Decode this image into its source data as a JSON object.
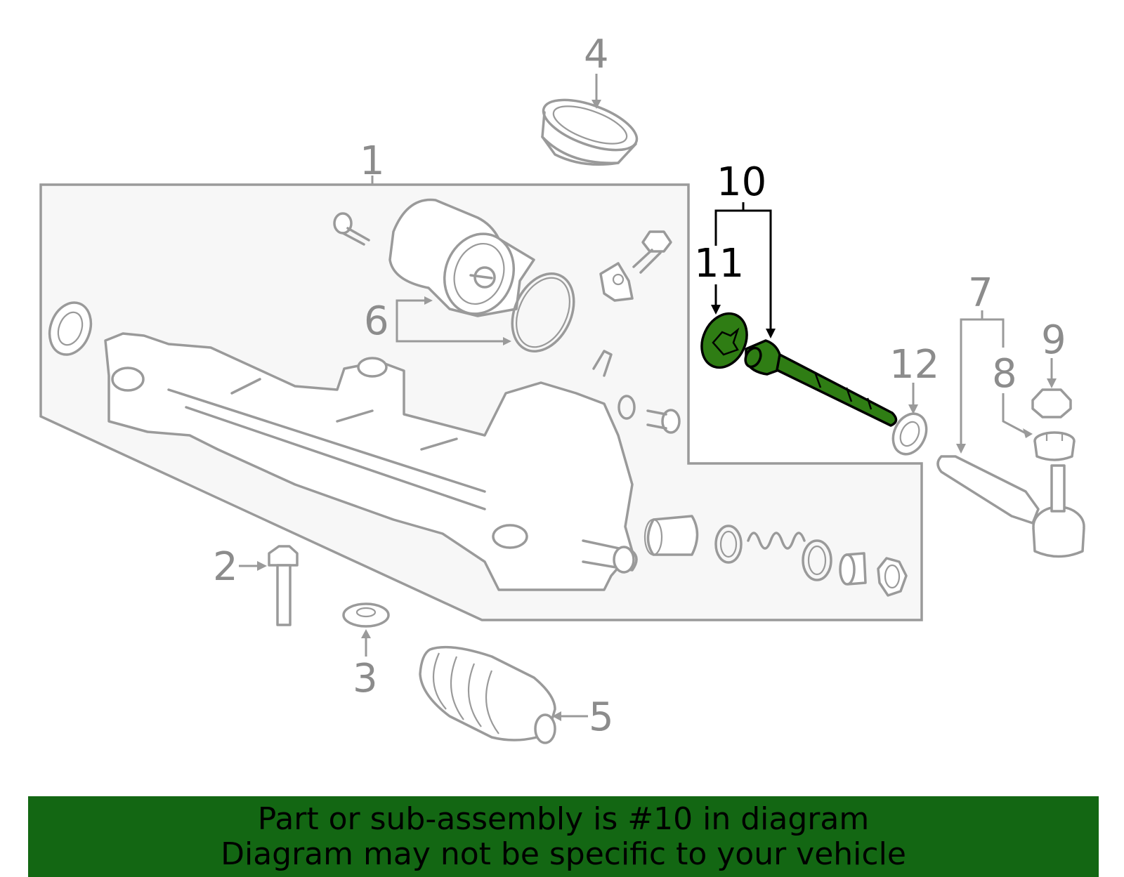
{
  "labels": {
    "p1": "1",
    "p2": "2",
    "p3": "3",
    "p4": "4",
    "p5": "5",
    "p6": "6",
    "p7": "7",
    "p8": "8",
    "p9": "9",
    "p10": "10",
    "p11": "11",
    "p12": "12"
  },
  "highlighted_part": "10",
  "colors": {
    "highlight_part": "#2f7d14",
    "banner_background": "#136713",
    "line_gray": "#9a9a9a",
    "highlight_label": "#000000"
  },
  "banner": {
    "line1": "Part or sub-assembly is #10 in diagram",
    "line2": "Diagram may not be specific to your vehicle"
  }
}
